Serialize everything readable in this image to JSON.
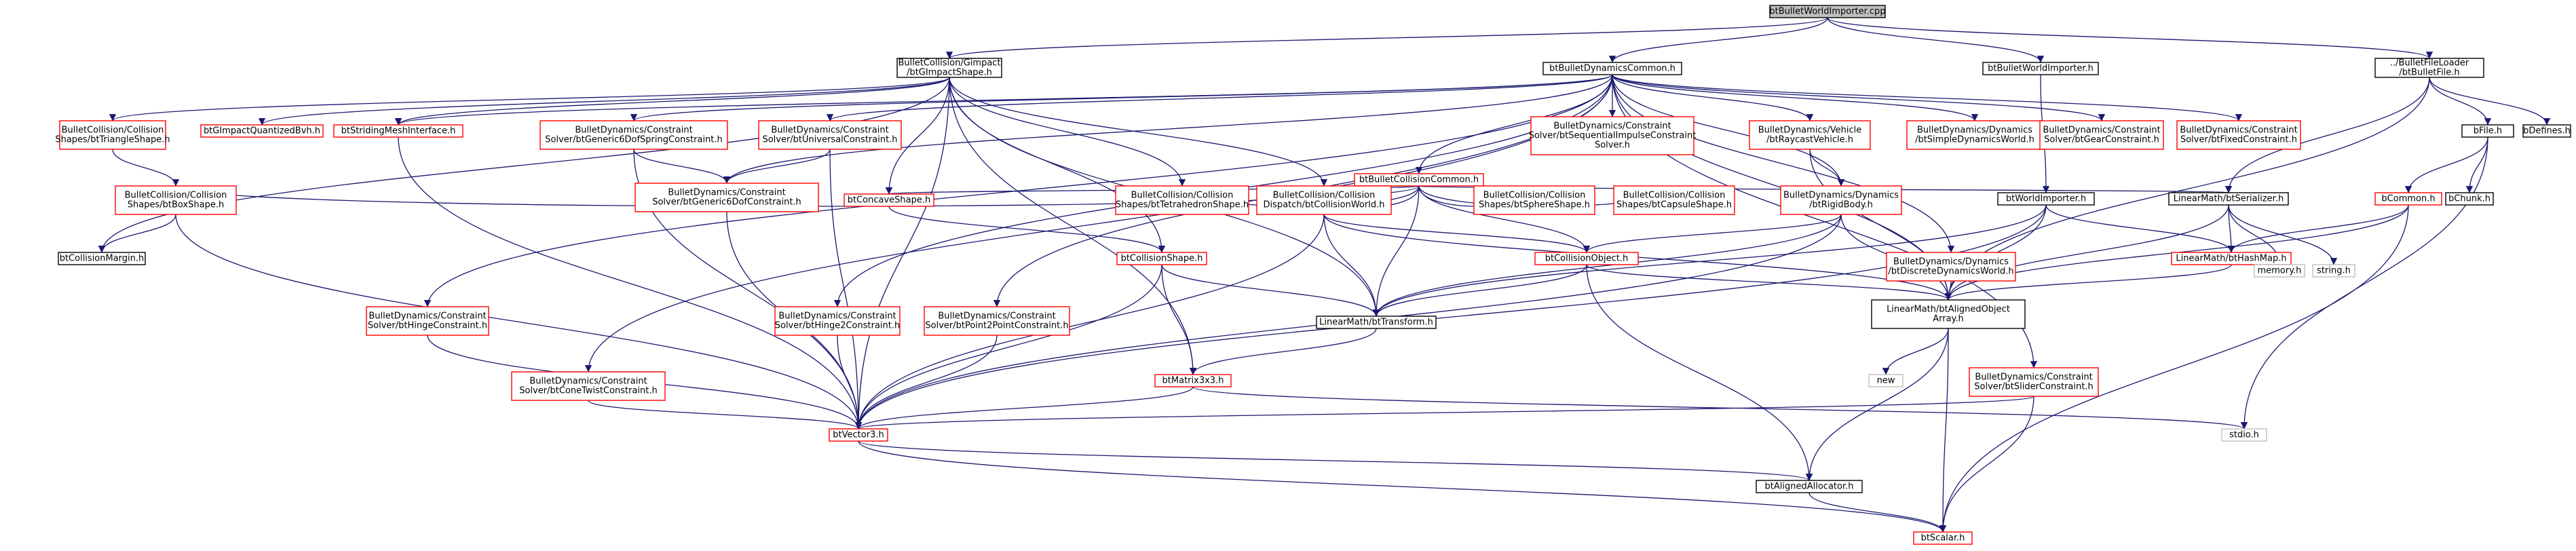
{
  "colors": {
    "edge": "#191970",
    "border_normal": "#000000",
    "border_missing": "#ff0000",
    "fill_root": "#bfbfbf",
    "fill": "#ffffff"
  },
  "nodes": [
    {
      "id": "root",
      "lines": [
        "btBulletWorldImporter.cpp"
      ],
      "style": "root"
    },
    {
      "id": "gimpact",
      "lines": [
        "BulletCollision/Gimpact",
        "/btGImpactShape.h"
      ],
      "style": "normal"
    },
    {
      "id": "dyncommon",
      "lines": [
        "btBulletDynamicsCommon.h"
      ],
      "style": "normal"
    },
    {
      "id": "worldimporter_h",
      "lines": [
        "btBulletWorldImporter.h"
      ],
      "style": "normal"
    },
    {
      "id": "bulletfile",
      "lines": [
        "../BulletFileLoader",
        "/btBulletFile.h"
      ],
      "style": "normal"
    },
    {
      "id": "triangle",
      "lines": [
        "BulletCollision/Collision",
        "Shapes/btTriangleShape.h"
      ],
      "style": "missing"
    },
    {
      "id": "quantbvh",
      "lines": [
        "btGImpactQuantizedBvh.h"
      ],
      "style": "missing"
    },
    {
      "id": "striding",
      "lines": [
        "btStridingMeshInterface.h"
      ],
      "style": "missing"
    },
    {
      "id": "g6dofspring",
      "lines": [
        "BulletDynamics/Constraint",
        "Solver/btGeneric6DofSpringConstraint.h"
      ],
      "style": "missing"
    },
    {
      "id": "universal",
      "lines": [
        "BulletDynamics/Constraint",
        "Solver/btUniversalConstraint.h"
      ],
      "style": "missing"
    },
    {
      "id": "colcommon",
      "lines": [
        "btBulletCollisionCommon.h"
      ],
      "style": "missing"
    },
    {
      "id": "seqimpulse",
      "lines": [
        "BulletDynamics/Constraint",
        "Solver/btSequentialImpulseConstraint",
        "Solver.h"
      ],
      "style": "missing"
    },
    {
      "id": "raycast",
      "lines": [
        "BulletDynamics/Vehicle",
        "/btRaycastVehicle.h"
      ],
      "style": "missing"
    },
    {
      "id": "simpleworld",
      "lines": [
        "BulletDynamics/Dynamics",
        "/btSimpleDynamicsWorld.h"
      ],
      "style": "missing"
    },
    {
      "id": "gear",
      "lines": [
        "BulletDynamics/Constraint",
        "Solver/btGearConstraint.h"
      ],
      "style": "missing"
    },
    {
      "id": "fixed",
      "lines": [
        "BulletDynamics/Constraint",
        "Solver/btFixedConstraint.h"
      ],
      "style": "missing"
    },
    {
      "id": "bfile",
      "lines": [
        "bFile.h"
      ],
      "style": "normal"
    },
    {
      "id": "bdefines",
      "lines": [
        "bDefines.h"
      ],
      "style": "normal"
    },
    {
      "id": "boxshape",
      "lines": [
        "BulletCollision/Collision",
        "Shapes/btBoxShape.h"
      ],
      "style": "missing"
    },
    {
      "id": "g6dof",
      "lines": [
        "BulletDynamics/Constraint",
        "Solver/btGeneric6DofConstraint.h"
      ],
      "style": "missing"
    },
    {
      "id": "concave",
      "lines": [
        "btConcaveShape.h"
      ],
      "style": "missing"
    },
    {
      "id": "tetra",
      "lines": [
        "BulletCollision/Collision",
        "Shapes/btTetrahedronShape.h"
      ],
      "style": "missing"
    },
    {
      "id": "colworld",
      "lines": [
        "BulletCollision/Collision",
        "Dispatch/btCollisionWorld.h"
      ],
      "style": "missing"
    },
    {
      "id": "sphere",
      "lines": [
        "BulletCollision/Collision",
        "Shapes/btSphereShape.h"
      ],
      "style": "missing"
    },
    {
      "id": "capsule",
      "lines": [
        "BulletCollision/Collision",
        "Shapes/btCapsuleShape.h"
      ],
      "style": "missing"
    },
    {
      "id": "rigidbody",
      "lines": [
        "BulletDynamics/Dynamics",
        "/btRigidBody.h"
      ],
      "style": "missing"
    },
    {
      "id": "worldimporter2",
      "lines": [
        "btWorldImporter.h"
      ],
      "style": "normal"
    },
    {
      "id": "serializer",
      "lines": [
        "LinearMath/btSerializer.h"
      ],
      "style": "normal"
    },
    {
      "id": "bcommon",
      "lines": [
        "bCommon.h"
      ],
      "style": "missing"
    },
    {
      "id": "bchunk",
      "lines": [
        "bChunk.h"
      ],
      "style": "normal"
    },
    {
      "id": "colmargin",
      "lines": [
        "btCollisionMargin.h"
      ],
      "style": "normal"
    },
    {
      "id": "colshape",
      "lines": [
        "btCollisionShape.h"
      ],
      "style": "missing"
    },
    {
      "id": "colobject",
      "lines": [
        "btCollisionObject.h"
      ],
      "style": "missing"
    },
    {
      "id": "discrete",
      "lines": [
        "BulletDynamics/Dynamics",
        "/btDiscreteDynamicsWorld.h"
      ],
      "style": "missing"
    },
    {
      "id": "hashmap",
      "lines": [
        "LinearMath/btHashMap.h"
      ],
      "style": "missing"
    },
    {
      "id": "memory",
      "lines": [
        "memory.h"
      ],
      "style": "plain"
    },
    {
      "id": "string",
      "lines": [
        "string.h"
      ],
      "style": "plain"
    },
    {
      "id": "hinge",
      "lines": [
        "BulletDynamics/Constraint",
        "Solver/btHingeConstraint.h"
      ],
      "style": "missing"
    },
    {
      "id": "hinge2",
      "lines": [
        "BulletDynamics/Constraint",
        "Solver/btHinge2Constraint.h"
      ],
      "style": "missing"
    },
    {
      "id": "p2p",
      "lines": [
        "BulletDynamics/Constraint",
        "Solver/btPoint2PointConstraint.h"
      ],
      "style": "missing"
    },
    {
      "id": "transform",
      "lines": [
        "LinearMath/btTransform.h"
      ],
      "style": "normal"
    },
    {
      "id": "alignedarray",
      "lines": [
        "LinearMath/btAlignedObject",
        "Array.h"
      ],
      "style": "normal"
    },
    {
      "id": "conetwist",
      "lines": [
        "BulletDynamics/Constraint",
        "Solver/btConeTwistConstraint.h"
      ],
      "style": "missing"
    },
    {
      "id": "matrix",
      "lines": [
        "btMatrix3x3.h"
      ],
      "style": "missing"
    },
    {
      "id": "new",
      "lines": [
        "new"
      ],
      "style": "plain"
    },
    {
      "id": "slider",
      "lines": [
        "BulletDynamics/Constraint",
        "Solver/btSliderConstraint.h"
      ],
      "style": "missing"
    },
    {
      "id": "vector3",
      "lines": [
        "btVector3.h"
      ],
      "style": "missing"
    },
    {
      "id": "stdio",
      "lines": [
        "stdio.h"
      ],
      "style": "plain"
    },
    {
      "id": "allocator",
      "lines": [
        "btAlignedAllocator.h"
      ],
      "style": "normal"
    },
    {
      "id": "scalar",
      "lines": [
        "btScalar.h"
      ],
      "style": "missing"
    }
  ],
  "edges": [
    [
      "root",
      "gimpact"
    ],
    [
      "root",
      "dyncommon"
    ],
    [
      "root",
      "worldimporter_h"
    ],
    [
      "root",
      "bulletfile"
    ],
    [
      "gimpact",
      "triangle"
    ],
    [
      "gimpact",
      "quantbvh"
    ],
    [
      "gimpact",
      "striding"
    ],
    [
      "gimpact",
      "colmargin"
    ],
    [
      "gimpact",
      "concave"
    ],
    [
      "gimpact",
      "tetra"
    ],
    [
      "gimpact",
      "colworld"
    ],
    [
      "gimpact",
      "colshape"
    ],
    [
      "gimpact",
      "transform"
    ],
    [
      "gimpact",
      "matrix"
    ],
    [
      "gimpact",
      "vector3"
    ],
    [
      "dyncommon",
      "colcommon"
    ],
    [
      "dyncommon",
      "g6dofspring"
    ],
    [
      "dyncommon",
      "universal"
    ],
    [
      "dyncommon",
      "seqimpulse"
    ],
    [
      "dyncommon",
      "raycast"
    ],
    [
      "dyncommon",
      "simpleworld"
    ],
    [
      "dyncommon",
      "gear"
    ],
    [
      "dyncommon",
      "fixed"
    ],
    [
      "dyncommon",
      "g6dof"
    ],
    [
      "dyncommon",
      "rigidbody"
    ],
    [
      "dyncommon",
      "discrete"
    ],
    [
      "dyncommon",
      "hinge"
    ],
    [
      "dyncommon",
      "hinge2"
    ],
    [
      "dyncommon",
      "p2p"
    ],
    [
      "dyncommon",
      "conetwist"
    ],
    [
      "dyncommon",
      "slider"
    ],
    [
      "dyncommon",
      "alignedarray"
    ],
    [
      "dyncommon",
      "striding"
    ],
    [
      "worldimporter_h",
      "worldimporter2"
    ],
    [
      "bulletfile",
      "bfile"
    ],
    [
      "bulletfile",
      "bdefines"
    ],
    [
      "bulletfile",
      "serializer"
    ],
    [
      "bulletfile",
      "alignedarray"
    ],
    [
      "triangle",
      "boxshape"
    ],
    [
      "boxshape",
      "colmargin"
    ],
    [
      "boxshape",
      "vector3"
    ],
    [
      "striding",
      "vector3"
    ],
    [
      "g6dofspring",
      "g6dof"
    ],
    [
      "universal",
      "g6dof"
    ],
    [
      "universal",
      "vector3"
    ],
    [
      "g6dof",
      "vector3"
    ],
    [
      "g6dofspring",
      "vector3"
    ],
    [
      "colcommon",
      "boxshape"
    ],
    [
      "colcommon",
      "concave"
    ],
    [
      "colcommon",
      "tetra"
    ],
    [
      "colcommon",
      "colworld"
    ],
    [
      "colcommon",
      "sphere"
    ],
    [
      "colcommon",
      "capsule"
    ],
    [
      "colcommon",
      "colobject"
    ],
    [
      "colcommon",
      "transform"
    ],
    [
      "colcommon",
      "serializer"
    ],
    [
      "concave",
      "colshape"
    ],
    [
      "colworld",
      "colobject"
    ],
    [
      "colworld",
      "transform"
    ],
    [
      "colworld",
      "alignedarray"
    ],
    [
      "colworld",
      "vector3"
    ],
    [
      "raycast",
      "rigidbody"
    ],
    [
      "raycast",
      "alignedarray"
    ],
    [
      "rigidbody",
      "colobject"
    ],
    [
      "rigidbody",
      "alignedarray"
    ],
    [
      "rigidbody",
      "vector3"
    ],
    [
      "rigidbody",
      "transform"
    ],
    [
      "worldimporter2",
      "transform"
    ],
    [
      "worldimporter2",
      "hashmap"
    ],
    [
      "worldimporter2",
      "alignedarray"
    ],
    [
      "worldimporter2",
      "vector3"
    ],
    [
      "serializer",
      "hashmap"
    ],
    [
      "serializer",
      "memory"
    ],
    [
      "serializer",
      "string"
    ],
    [
      "serializer",
      "alignedarray"
    ],
    [
      "bfile",
      "bchunk"
    ],
    [
      "bfile",
      "bcommon"
    ],
    [
      "bfile",
      "stdio"
    ],
    [
      "bcommon",
      "hashmap"
    ],
    [
      "bcommon",
      "alignedarray"
    ],
    [
      "bcommon",
      "scalar"
    ],
    [
      "colshape",
      "transform"
    ],
    [
      "colshape",
      "matrix"
    ],
    [
      "colshape",
      "vector3"
    ],
    [
      "colobject",
      "transform"
    ],
    [
      "colobject",
      "alignedarray"
    ],
    [
      "colobject",
      "allocator"
    ],
    [
      "discrete",
      "alignedarray"
    ],
    [
      "hashmap",
      "alignedarray"
    ],
    [
      "hinge",
      "vector3"
    ],
    [
      "hinge2",
      "vector3"
    ],
    [
      "p2p",
      "vector3"
    ],
    [
      "conetwist",
      "vector3"
    ],
    [
      "transform",
      "matrix"
    ],
    [
      "matrix",
      "vector3"
    ],
    [
      "matrix",
      "stdio"
    ],
    [
      "alignedarray",
      "new"
    ],
    [
      "alignedarray",
      "allocator"
    ],
    [
      "alignedarray",
      "scalar"
    ],
    [
      "slider",
      "vector3"
    ],
    [
      "slider",
      "scalar"
    ],
    [
      "vector3",
      "allocator"
    ],
    [
      "vector3",
      "scalar"
    ],
    [
      "allocator",
      "scalar"
    ]
  ]
}
